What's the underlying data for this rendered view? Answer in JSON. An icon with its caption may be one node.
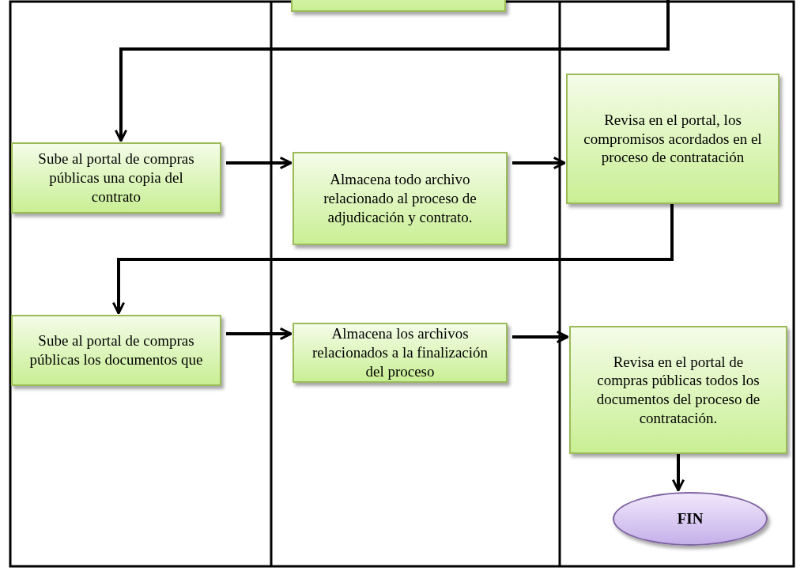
{
  "diagram": {
    "nodes": [
      {
        "text": [],
        "shape": "box"
      },
      {
        "text": [
          "Sube al portal de compras públicas una copia del contrato"
        ]
      },
      {
        "text": [
          "Almacena todo archivo relacionado al proceso de adjudicación y contrato."
        ]
      },
      {
        "text": [
          "Revisa en el portal, los compromisos acordados en el proceso de contratación"
        ]
      },
      {
        "text": [
          "Sube al portal de compras públicas los documentos que"
        ]
      },
      {
        "text": [
          "Almacena los archivos relacionados a la finalización del proceso"
        ]
      },
      {
        "text": [
          "Revisa en el portal de compras públicas todos los documentos del proceso de contratación."
        ]
      },
      {
        "text": [
          "FIN"
        ]
      }
    ],
    "edges": [
      {
        "from": null,
        "to": 1,
        "arrow": "to"
      },
      {
        "from": 1,
        "to": 2,
        "arrow": "to"
      },
      {
        "from": 2,
        "to": 3,
        "arrow": "to"
      },
      {
        "from": 3,
        "to": 4,
        "arrow": "to"
      },
      {
        "from": 4,
        "to": 5,
        "arrow": "to"
      },
      {
        "from": 5,
        "to": 6,
        "arrow": "to"
      },
      {
        "from": 6,
        "to": 7,
        "arrow": "to"
      }
    ]
  }
}
